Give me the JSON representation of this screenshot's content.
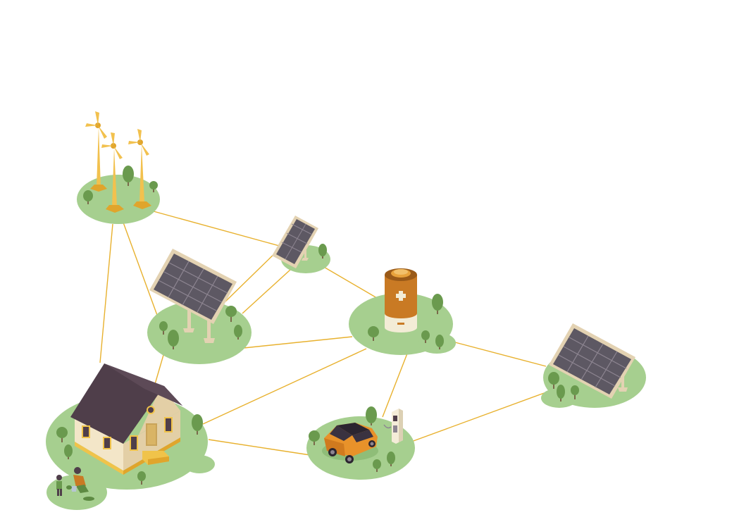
{
  "colors": {
    "background": "#ffffff",
    "island": "#a6cf8f",
    "island_edge": "#97c37f",
    "tree": "#6a9a4e",
    "tree_dark": "#5b8a42",
    "trunk": "#7a6a4a",
    "connection": "#e8b12e",
    "turbine": "#f2c14e",
    "turbine_shade": "#e0a52c",
    "panel": "#5d5863",
    "panel_frame": "#e3d2b2",
    "battery_body": "#c97a24",
    "battery_top": "#e8a23b",
    "battery_base": "#f3ecd6",
    "roof": "#4f3e4a",
    "house_wall": "#e9d9b8",
    "house_side": "#d8c29a",
    "house_trim": "#f0c34a",
    "car": "#e8922a",
    "car_dark": "#2b2530",
    "charger": "#f4ecd8"
  },
  "nodes": [
    {
      "id": "wind-farm",
      "icon": "wind-turbine-icon"
    },
    {
      "id": "small-solar",
      "icon": "solar-panel-icon"
    },
    {
      "id": "large-solar",
      "icon": "solar-panel-icon"
    },
    {
      "id": "battery",
      "icon": "battery-icon"
    },
    {
      "id": "right-solar",
      "icon": "solar-panel-icon"
    },
    {
      "id": "house",
      "icon": "house-icon"
    },
    {
      "id": "ev-charging",
      "icon": "electric-car-icon"
    },
    {
      "id": "family",
      "icon": "people-icon"
    }
  ],
  "connections": [
    [
      "wind-farm",
      "small-solar"
    ],
    [
      "wind-farm",
      "large-solar"
    ],
    [
      "wind-farm",
      "house"
    ],
    [
      "small-solar",
      "large-solar"
    ],
    [
      "small-solar",
      "battery"
    ],
    [
      "large-solar",
      "battery"
    ],
    [
      "large-solar",
      "house"
    ],
    [
      "battery",
      "house"
    ],
    [
      "battery",
      "ev-charging"
    ],
    [
      "battery",
      "right-solar"
    ],
    [
      "house",
      "ev-charging"
    ],
    [
      "ev-charging",
      "right-solar"
    ]
  ]
}
